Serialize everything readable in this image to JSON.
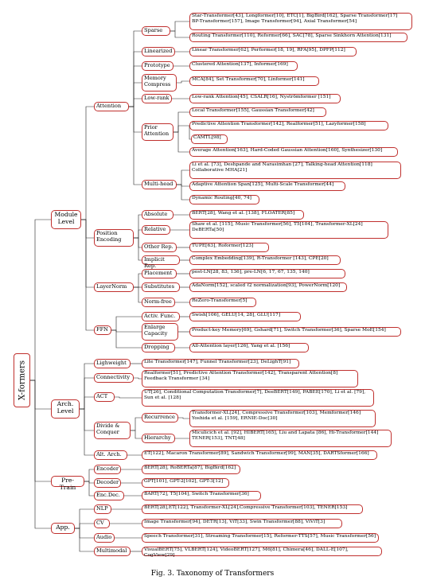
{
  "root": "X-formers",
  "caption": "Fig. 3.  Taxonomy of Transformers",
  "nodes": [
    {
      "id": "module",
      "label": "Module\nLevel"
    },
    {
      "id": "arch",
      "label": "Arch.\nLevel"
    },
    {
      "id": "pretrain",
      "label": "Pre-Train"
    },
    {
      "id": "app",
      "label": "App."
    },
    {
      "id": "attention",
      "label": "Attention"
    },
    {
      "id": "posenc",
      "label": "Position\nEncoding"
    },
    {
      "id": "layernorm",
      "label": "LayerNorm"
    },
    {
      "id": "ffn",
      "label": "FFN"
    },
    {
      "id": "sparse",
      "label": "Sparse"
    },
    {
      "id": "linearized",
      "label": "Linearized"
    },
    {
      "id": "prototype",
      "label": "Prototype"
    },
    {
      "id": "memcomp",
      "label": "Memory\nCompress"
    },
    {
      "id": "lowrank",
      "label": "Low-rank"
    },
    {
      "id": "prior",
      "label": "Prior\nAttention"
    },
    {
      "id": "multihead",
      "label": "Multi-head"
    },
    {
      "id": "s1",
      "label": "Star-Transformer[43], Longformer[10], ETC[1], BigBird[162], Sparse Transformer[17]\nBP-Transformer[157], Image Transformer[94], Axial Transformer[54]"
    },
    {
      "id": "s2",
      "label": "Routing Transformer[110], Reformer[66], SAC[78], Sparse Sinkhorn Attention[131]"
    },
    {
      "id": "lin1",
      "label": "Linear Transformer[62], Performer[18, 19], RFA[95], DPFP[112]"
    },
    {
      "id": "pro1",
      "label": "Clustered Attention[137], Informer[169]"
    },
    {
      "id": "mem1",
      "label": "MCA[84], Set Transformer[70], Linformer[141]"
    },
    {
      "id": "lr1",
      "label": "Low-rank Attention[45], CSALR[16], Nyströmformer [151]"
    },
    {
      "id": "pr1",
      "label": "Local Transformer[155], Gaussian Transformer[42]"
    },
    {
      "id": "pr2",
      "label": "Predictive Attention Transformer[142], Realformer[51], Lazyformer[158]"
    },
    {
      "id": "pr3",
      "label": "CAMTL[98]"
    },
    {
      "id": "pr4",
      "label": "Average Attention[163], Hard-Coded Gaussian Attention[160], Synthesizer[130]"
    },
    {
      "id": "mh1",
      "label": "Li et al. [73], Deshpande and Narasimhan [27], Talking-head Attention[118]\nCollaborative MHA[21]"
    },
    {
      "id": "mh2",
      "label": "Adaptive Attention Span[125], Multi-Scale Transformer[44]"
    },
    {
      "id": "mh3",
      "label": "Dynamic Routing[40, 74]"
    },
    {
      "id": "absolute",
      "label": "Absolute"
    },
    {
      "id": "relative",
      "label": "Relative"
    },
    {
      "id": "otherrep",
      "label": "Other Rep."
    },
    {
      "id": "implicit",
      "label": "Implicit Rep."
    },
    {
      "id": "ab1",
      "label": "BERT[28], Wang et al. [138], FLOATER[85]"
    },
    {
      "id": "re1",
      "label": "Shaw et al. [115], Music Transformer[56], T5[104], Transformer-XL[24]\nDeBERTa[50]"
    },
    {
      "id": "ot1",
      "label": "TUPE[63], Roformer[123]"
    },
    {
      "id": "im1",
      "label": "Complex Embedding[139], R-Transformer [143], CPE[20]"
    },
    {
      "id": "placement",
      "label": "Placement"
    },
    {
      "id": "substitutes",
      "label": "Substitutes"
    },
    {
      "id": "normfree",
      "label": "Norm-free"
    },
    {
      "id": "pl1",
      "label": "post-LN[28, 83, 136], pre-LN[6, 17, 67, 135, 140]"
    },
    {
      "id": "su1",
      "label": "AdaNorm[152], scaled ℓ2 normalization[93], PowerNorm[120]"
    },
    {
      "id": "nf1",
      "label": "ReZero-Transformer[5]"
    },
    {
      "id": "activ",
      "label": "Activ. Func."
    },
    {
      "id": "enlarge",
      "label": "Enlarge\nCapacity"
    },
    {
      "id": "dropping",
      "label": "Dropping"
    },
    {
      "id": "ac1",
      "label": "Swish[106], GELU[14, 28], GLU[117]"
    },
    {
      "id": "en1",
      "label": "Product-key Memory[69], Gshard[71], Switch Transformer[36], Sparse MoE[154]"
    },
    {
      "id": "dr1",
      "label": "All-Attention layer[126], Yang et al. [156]"
    },
    {
      "id": "lightweight",
      "label": "Lighweight"
    },
    {
      "id": "connectivity",
      "label": "Connectivity"
    },
    {
      "id": "act",
      "label": "ACT"
    },
    {
      "id": "divide",
      "label": "Divide &\nConquer"
    },
    {
      "id": "altarch",
      "label": "Alt. Arch."
    },
    {
      "id": "lw1",
      "label": "Lite Transformer[147], Funnel Transformer[23], DeLighT[91]"
    },
    {
      "id": "co1",
      "label": "Realformer[51], Predictive Attention Transformer[142], Transparent Attention[8]\nFeedback Transformer [34]"
    },
    {
      "id": "act1",
      "label": "UT[26], Conditional Computation Transformer[7], DeeBERT[149], PABEE[170], Li et al. [79],\nSun et al. [128]"
    },
    {
      "id": "recurrence",
      "label": "Recurrence"
    },
    {
      "id": "hierarchy",
      "label": "Hierarchy"
    },
    {
      "id": "rc1",
      "label": "Transformer-XL[24], Compressive Transformer[103], Memformer[146]\nYoshida et al. [159], ERNIE-Doc[30]"
    },
    {
      "id": "hi1",
      "label": "Miculicich et al. [92], HIBERT[165], Liu and Lapata [86], Hi-Transformer[144]\nTENER[153], TNT[48]"
    },
    {
      "id": "aa1",
      "label": "ET[122], Macaron Transformer[89], Sandwich Transformer[99], MAN[35], DARTSformer[166]"
    },
    {
      "id": "encoder",
      "label": "Encoder"
    },
    {
      "id": "decoder",
      "label": "Decoder"
    },
    {
      "id": "encdec",
      "label": "Enc.Dec."
    },
    {
      "id": "ec1",
      "label": "BERT[28], RoBERTa[87], BigBird[162]"
    },
    {
      "id": "dc1",
      "label": "GPT[101], GPT-2[102], GPT-3[12]"
    },
    {
      "id": "ed1",
      "label": "BART[72], T5[104], Switch Transformer[36]"
    },
    {
      "id": "nlp",
      "label": "NLP"
    },
    {
      "id": "cv",
      "label": "CV"
    },
    {
      "id": "audio",
      "label": "Audio"
    },
    {
      "id": "multimodal",
      "label": "Multimodal"
    },
    {
      "id": "nl1",
      "label": "BERT[28],ET[122], Transformer-XL[24],Compressive Transformer[103], TENER[153]"
    },
    {
      "id": "cv1",
      "label": "Image Transformer[94], DETR[13], ViT[33], Swin Transformer[88], ViViT[3]"
    },
    {
      "id": "au1",
      "label": "Speech Transformer[31], Streaming Transformer[15], Reformer-TTS[57], Music Transformer[56]"
    },
    {
      "id": "mm1",
      "label": "VisualBERT[75], VLBERT[124], VideoBERT[127], M6[81], Chimera[46], DALL-E[107], CogView[29]"
    }
  ],
  "edges": [
    [
      "root",
      "module"
    ],
    [
      "root",
      "arch"
    ],
    [
      "root",
      "pretrain"
    ],
    [
      "root",
      "app"
    ],
    [
      "module",
      "attention"
    ],
    [
      "module",
      "posenc"
    ],
    [
      "module",
      "layernorm"
    ],
    [
      "module",
      "ffn"
    ],
    [
      "attention",
      "sparse"
    ],
    [
      "attention",
      "linearized"
    ],
    [
      "attention",
      "prototype"
    ],
    [
      "attention",
      "memcomp"
    ],
    [
      "attention",
      "lowrank"
    ],
    [
      "attention",
      "prior"
    ],
    [
      "attention",
      "multihead"
    ],
    [
      "sparse",
      "s1"
    ],
    [
      "sparse",
      "s2"
    ],
    [
      "linearized",
      "lin1"
    ],
    [
      "prototype",
      "pro1"
    ],
    [
      "memcomp",
      "mem1"
    ],
    [
      "lowrank",
      "lr1"
    ],
    [
      "prior",
      "pr1"
    ],
    [
      "prior",
      "pr2"
    ],
    [
      "prior",
      "pr4"
    ],
    [
      "pr2",
      "pr3"
    ],
    [
      "multihead",
      "mh1"
    ],
    [
      "multihead",
      "mh2"
    ],
    [
      "multihead",
      "mh3"
    ],
    [
      "posenc",
      "absolute"
    ],
    [
      "posenc",
      "relative"
    ],
    [
      "posenc",
      "otherrep"
    ],
    [
      "posenc",
      "implicit"
    ],
    [
      "absolute",
      "ab1"
    ],
    [
      "relative",
      "re1"
    ],
    [
      "otherrep",
      "ot1"
    ],
    [
      "implicit",
      "im1"
    ],
    [
      "layernorm",
      "placement"
    ],
    [
      "layernorm",
      "substitutes"
    ],
    [
      "layernorm",
      "normfree"
    ],
    [
      "placement",
      "pl1"
    ],
    [
      "substitutes",
      "su1"
    ],
    [
      "normfree",
      "nf1"
    ],
    [
      "ffn",
      "activ"
    ],
    [
      "ffn",
      "enlarge"
    ],
    [
      "ffn",
      "dropping"
    ],
    [
      "activ",
      "ac1"
    ],
    [
      "enlarge",
      "en1"
    ],
    [
      "dropping",
      "dr1"
    ],
    [
      "arch",
      "lightweight"
    ],
    [
      "arch",
      "connectivity"
    ],
    [
      "arch",
      "act"
    ],
    [
      "arch",
      "divide"
    ],
    [
      "arch",
      "altarch"
    ],
    [
      "lightweight",
      "lw1"
    ],
    [
      "connectivity",
      "co1"
    ],
    [
      "act",
      "act1"
    ],
    [
      "divide",
      "recurrence"
    ],
    [
      "divide",
      "hierarchy"
    ],
    [
      "recurrence",
      "rc1"
    ],
    [
      "hierarchy",
      "hi1"
    ],
    [
      "altarch",
      "aa1"
    ],
    [
      "pretrain",
      "encoder"
    ],
    [
      "pretrain",
      "decoder"
    ],
    [
      "pretrain",
      "encdec"
    ],
    [
      "encoder",
      "ec1"
    ],
    [
      "decoder",
      "dc1"
    ],
    [
      "encdec",
      "ed1"
    ],
    [
      "app",
      "nlp"
    ],
    [
      "app",
      "cv"
    ],
    [
      "app",
      "audio"
    ],
    [
      "app",
      "multimodal"
    ],
    [
      "nlp",
      "nl1"
    ],
    [
      "cv",
      "cv1"
    ],
    [
      "audio",
      "au1"
    ],
    [
      "multimodal",
      "mm1"
    ]
  ]
}
